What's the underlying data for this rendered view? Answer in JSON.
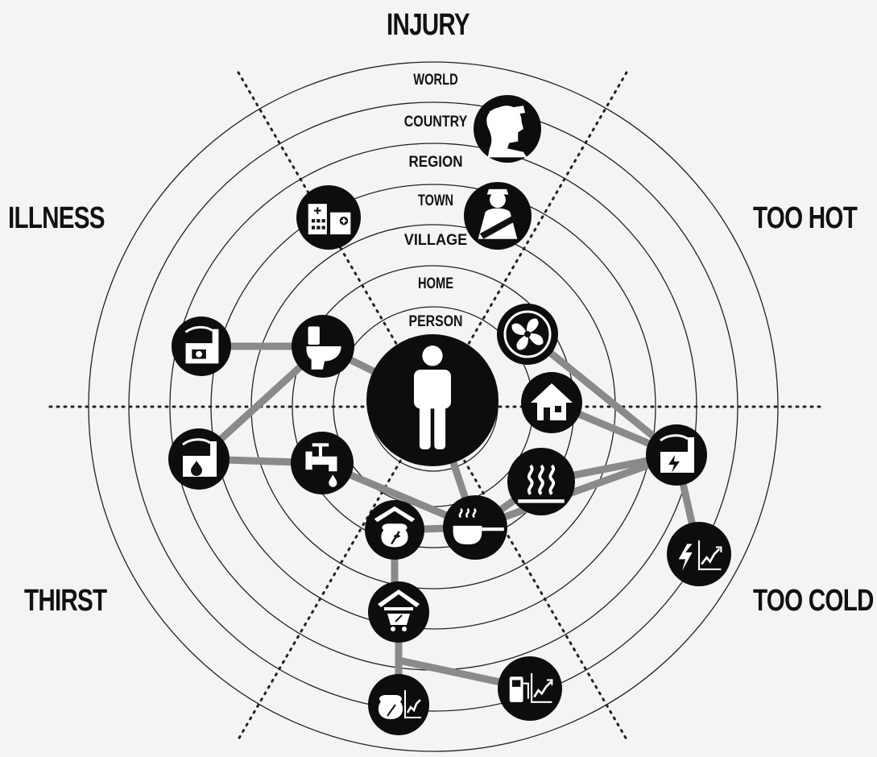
{
  "categories": {
    "top": "INJURY",
    "top_left": "ILLNESS",
    "top_right": "TOO HOT",
    "bottom_left": "THIRST",
    "bottom_right": "TOO COLD"
  },
  "rings": [
    "WORLD",
    "COUNTRY",
    "REGION",
    "TOWN",
    "VILLAGE",
    "HOME",
    "PERSON"
  ],
  "nodes": [
    {
      "id": "person",
      "icon": "person-icon"
    },
    {
      "id": "security",
      "icon": "security-guard-icon"
    },
    {
      "id": "injured",
      "icon": "injured-person-icon"
    },
    {
      "id": "hospital",
      "icon": "hospital-icon"
    },
    {
      "id": "toilet",
      "icon": "toilet-icon"
    },
    {
      "id": "sewage-plant",
      "icon": "sewage-plant-icon"
    },
    {
      "id": "water-plant",
      "icon": "water-plant-icon"
    },
    {
      "id": "tap",
      "icon": "water-tap-icon"
    },
    {
      "id": "fan",
      "icon": "fan-icon"
    },
    {
      "id": "house",
      "icon": "house-icon"
    },
    {
      "id": "power-plant",
      "icon": "power-plant-icon"
    },
    {
      "id": "heater",
      "icon": "heater-icon"
    },
    {
      "id": "energy-market",
      "icon": "energy-market-icon"
    },
    {
      "id": "cooking",
      "icon": "cooking-pot-icon"
    },
    {
      "id": "grain-store",
      "icon": "grain-store-icon"
    },
    {
      "id": "food-market",
      "icon": "food-market-icon"
    },
    {
      "id": "grain-price",
      "icon": "grain-price-icon"
    },
    {
      "id": "fuel-price",
      "icon": "fuel-price-icon"
    }
  ],
  "links": [
    [
      "sewage-plant",
      "toilet"
    ],
    [
      "toilet",
      "person"
    ],
    [
      "toilet",
      "water-plant"
    ],
    [
      "water-plant",
      "tap"
    ],
    [
      "tap",
      "cooking"
    ],
    [
      "person",
      "cooking"
    ],
    [
      "cooking",
      "heater"
    ],
    [
      "cooking",
      "power-plant"
    ],
    [
      "heater",
      "power-plant"
    ],
    [
      "house",
      "power-plant"
    ],
    [
      "fan",
      "power-plant"
    ],
    [
      "power-plant",
      "energy-market"
    ],
    [
      "cooking",
      "grain-store"
    ],
    [
      "grain-store",
      "food-market"
    ],
    [
      "food-market",
      "grain-price"
    ],
    [
      "food-market",
      "fuel-price"
    ]
  ]
}
